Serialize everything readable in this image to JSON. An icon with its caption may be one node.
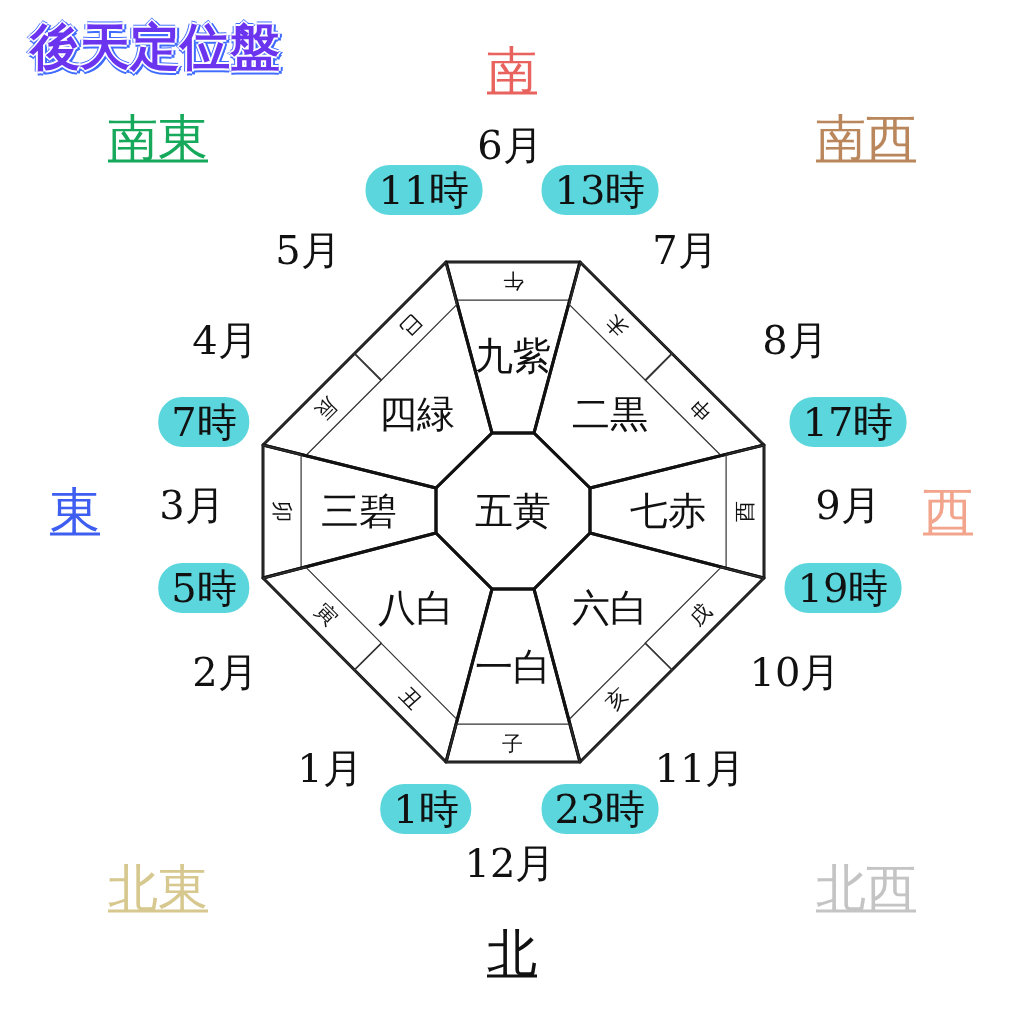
{
  "diagram": {
    "title": "後天定位盤",
    "nodes": [
      {
        "text": [
          "九紫"
        ]
      },
      {
        "text": [
          "午"
        ],
        "in": 0
      },
      {
        "text": [
          "四緑"
        ]
      },
      {
        "text": [
          "辰"
        ],
        "in": 2
      },
      {
        "text": [
          "巳"
        ],
        "in": 2
      },
      {
        "text": [
          "二黒"
        ]
      },
      {
        "text": [
          "未"
        ],
        "in": 5
      },
      {
        "text": [
          "申"
        ],
        "in": 5
      },
      {
        "text": [
          "三碧"
        ]
      },
      {
        "text": [
          "卯"
        ],
        "in": 8
      },
      {
        "text": [
          "五黄"
        ]
      },
      {
        "text": [
          "七赤"
        ]
      },
      {
        "text": [
          "酉"
        ],
        "in": 11
      },
      {
        "text": [
          "八白"
        ]
      },
      {
        "text": [
          "丑"
        ],
        "in": 13
      },
      {
        "text": [
          "寅"
        ],
        "in": 13
      },
      {
        "text": [
          "六白"
        ]
      },
      {
        "text": [
          "戌"
        ],
        "in": 16
      },
      {
        "text": [
          "亥"
        ],
        "in": 16
      },
      {
        "text": [
          "一白"
        ]
      },
      {
        "text": [
          "子"
        ],
        "in": 19
      },
      {
        "text": [
          "11時"
        ]
      },
      {
        "text": [
          "13時"
        ]
      },
      {
        "text": [
          "7時"
        ]
      },
      {
        "text": [
          "17時"
        ]
      },
      {
        "text": [
          "5時"
        ]
      },
      {
        "text": [
          "19時"
        ]
      },
      {
        "text": [
          "1時"
        ]
      },
      {
        "text": [
          "23時"
        ]
      }
    ],
    "labels": [
      "南",
      "南東",
      "6月",
      "南西",
      "5月",
      "7月",
      "4月",
      "8月",
      "東",
      "3月",
      "9月",
      "西",
      "2月",
      "10月",
      "1月",
      "11月",
      "12月",
      "北東",
      "北西",
      "北"
    ]
  }
}
